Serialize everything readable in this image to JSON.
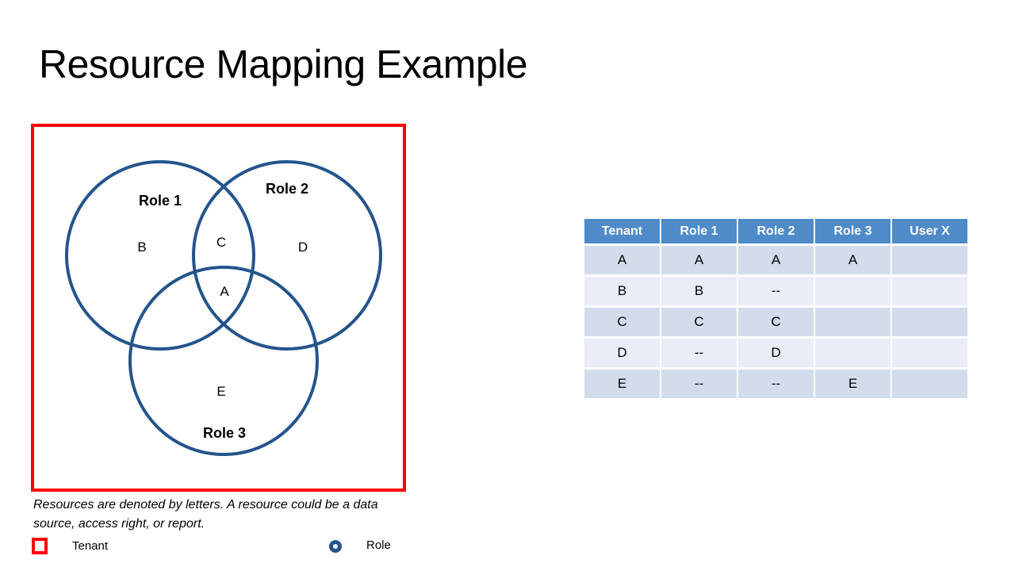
{
  "slide": {
    "title": "Resource Mapping Example"
  },
  "diagram": {
    "tenant_box_color": "#FE0000",
    "role_circle_color": "#24548C",
    "role_labels": [
      "Role 1",
      "Role 2",
      "Role 3"
    ],
    "regions": {
      "role1_only": "B",
      "role1_role2": "C",
      "role2_only": "D",
      "all_roles": "A",
      "role3_only": "E"
    }
  },
  "caption": "Resources are denoted by letters. A resource could be a data source, access right, or report.",
  "legend": {
    "tenant": "Tenant",
    "role": "Role"
  },
  "table": {
    "headers": [
      "Tenant",
      "Role 1",
      "Role 2",
      "Role 3",
      "User X"
    ],
    "rows": [
      [
        "A",
        "A",
        "A",
        "A",
        ""
      ],
      [
        "B",
        "B",
        "--",
        "",
        ""
      ],
      [
        "C",
        "C",
        "C",
        "",
        ""
      ],
      [
        "D",
        "--",
        "D",
        "",
        ""
      ],
      [
        "E",
        "--",
        "--",
        "E",
        ""
      ]
    ],
    "colors": {
      "header_bg": "#4F8BC9",
      "header_text": "#FFFFFF",
      "row_odd_bg": "#D3DCEB",
      "row_even_bg": "#E9EDF5"
    }
  }
}
